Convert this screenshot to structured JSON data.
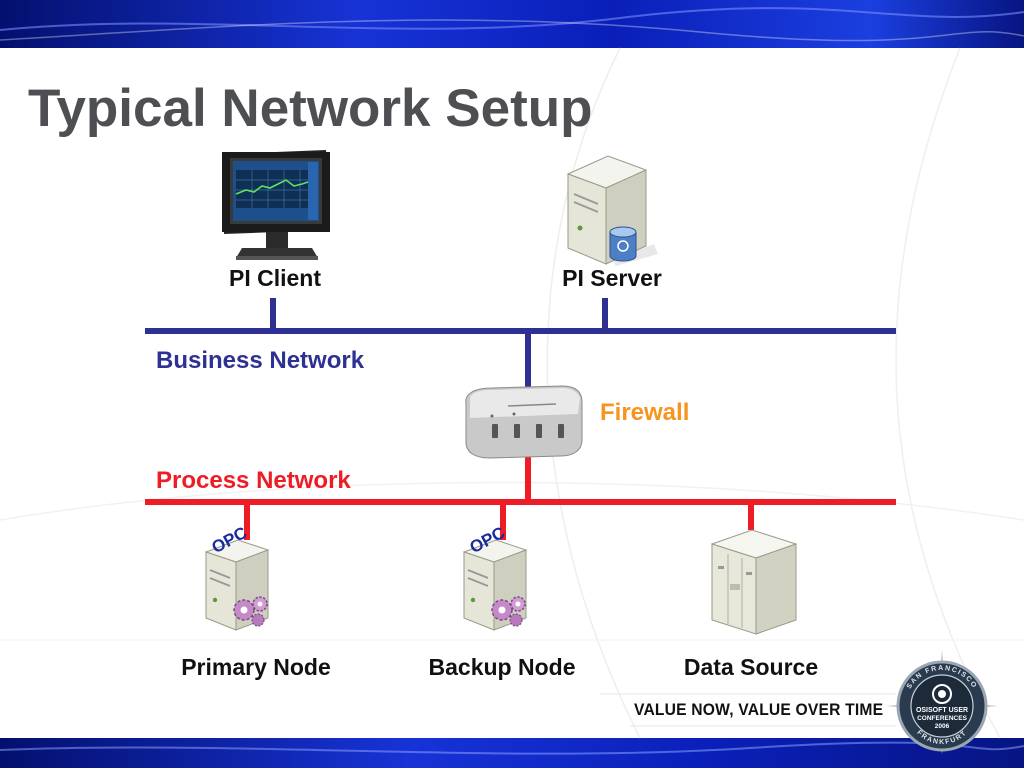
{
  "slide": {
    "title": "Typical Network Setup",
    "tagline": "VALUE NOW, VALUE OVER TIME"
  },
  "devices": {
    "pi_client": "PI Client",
    "pi_server": "PI Server",
    "firewall": "Firewall",
    "primary_node": "Primary Node",
    "backup_node": "Backup Node",
    "data_source": "Data Source",
    "opc_badge_1": "OPC",
    "opc_badge_2": "OPC"
  },
  "networks": {
    "business": "Business Network",
    "process": "Process Network"
  },
  "logo": {
    "name": "osisoft-user-conferences-2006-seal",
    "ring_text": "SAN FRANCISCO · FRANKFURT",
    "center_text": "OSISOFT USER CONFERENCES 2006"
  },
  "colors": {
    "business_line": "#2e3192",
    "process_line": "#ee1c24",
    "firewall_label": "#f7941d",
    "title_text": "#4d4f53",
    "band_blue": "#0a1fb8"
  }
}
